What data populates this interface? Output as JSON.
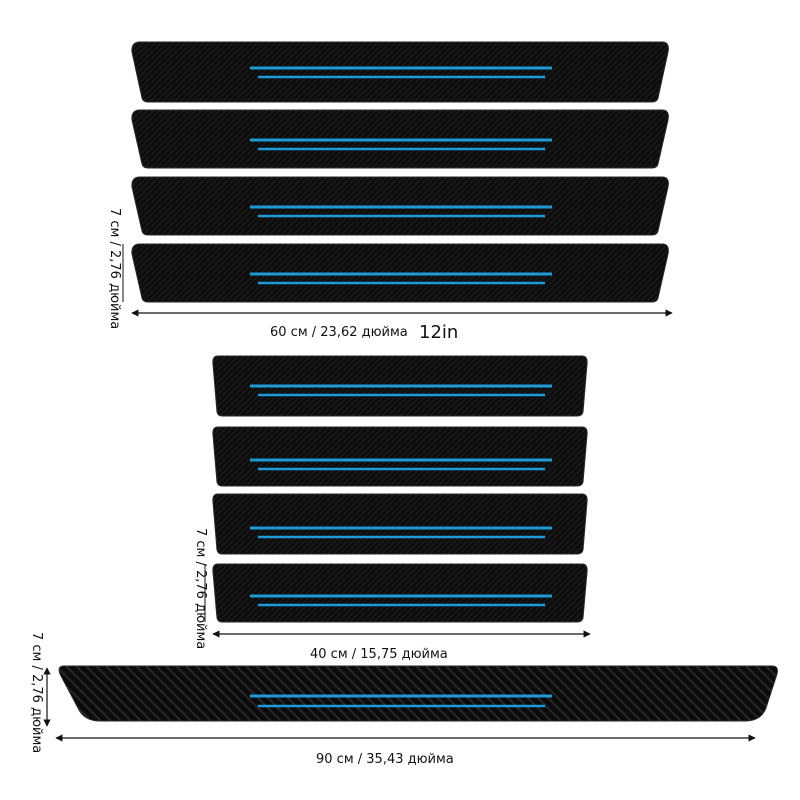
{
  "colors": {
    "plate": "#0d0d0d",
    "plate_edge": "#2a2a2a",
    "stripe": "#1f9ad6",
    "line": "#111111"
  },
  "texts": {
    "top_width": "60 см / 23,62 дюйма",
    "top_height": "7 см / 2,76 дюйма",
    "stray": "12in",
    "mid_width": "40 см / 15,75 дюйма",
    "mid_height": "7 см / 2,76 дюйма",
    "bottom_width": "90 см / 35,43 дюйма",
    "bottom_height": "7 см / 2,76 дюйма"
  }
}
